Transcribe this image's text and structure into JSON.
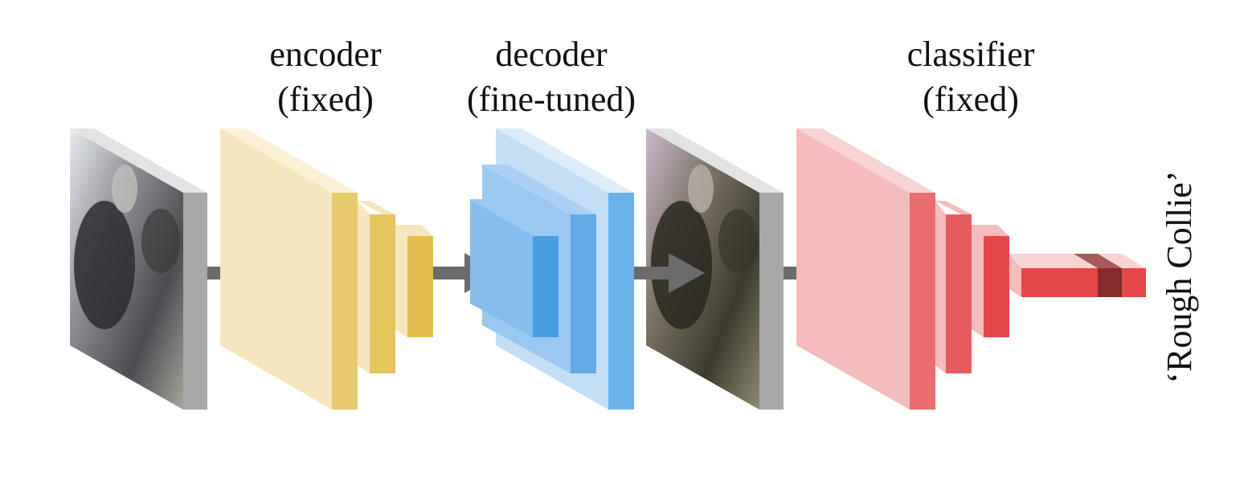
{
  "labels": {
    "encoder": {
      "line1": "encoder",
      "line2": "(fixed)"
    },
    "decoder": {
      "line1": "decoder",
      "line2": "(fine-tuned)"
    },
    "classifier": {
      "line1": "classifier",
      "line2": "(fixed)"
    },
    "output": "‘Rough Collie’"
  },
  "colors": {
    "encoder_light": "#f6e6bd",
    "encoder_mid": "#e8ca6e",
    "encoder_dark": "#e2be4e",
    "decoder_light": "#c3def5",
    "decoder_mid": "#86bdec",
    "decoder_dark": "#4a9fe0",
    "classifier_light": "#f4bcbc",
    "classifier_mid": "#ea6e6e",
    "classifier_dark": "#e34747",
    "highlight_bar": "#862a2a",
    "arrow": "#6b6b6b",
    "image_side": "#a8a8a8",
    "image_top": "#e3e3e3"
  }
}
